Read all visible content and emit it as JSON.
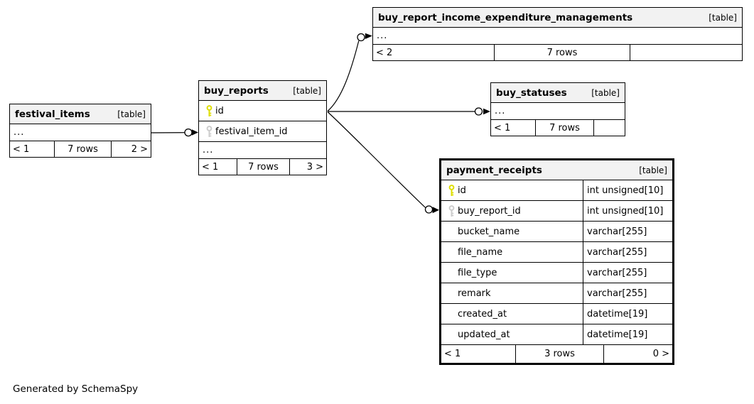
{
  "diagram": {
    "footer_note": "Generated by SchemaSpy"
  },
  "colors": {
    "primary_key": "#dede00",
    "foreign_key": "#cccccc",
    "header_bg": "#f2f2f2",
    "border": "#000000"
  },
  "entities": [
    {
      "id": "buy_report_income_expenditure_managements",
      "title": "buy_report_income_expenditure_managements",
      "tag": "[table]",
      "ellipsis": "...",
      "stats": {
        "left": "< 2",
        "rows": "7 rows",
        "right": ""
      }
    },
    {
      "id": "festival_items",
      "title": "festival_items",
      "tag": "[table]",
      "ellipsis": "...",
      "stats": {
        "left": "< 1",
        "rows": "7 rows",
        "right": "2 >"
      }
    },
    {
      "id": "buy_reports",
      "title": "buy_reports",
      "tag": "[table]",
      "columns": [
        {
          "name": "id",
          "key": "primary-key"
        },
        {
          "name": "festival_item_id",
          "key": "foreign-key"
        }
      ],
      "ellipsis": "...",
      "stats": {
        "left": "< 1",
        "rows": "7 rows",
        "right": "3 >"
      }
    },
    {
      "id": "buy_statuses",
      "title": "buy_statuses",
      "tag": "[table]",
      "ellipsis": "...",
      "stats": {
        "left": "< 1",
        "rows": "7 rows",
        "right": ""
      }
    },
    {
      "id": "payment_receipts",
      "title": "payment_receipts",
      "tag": "[table]",
      "columns": [
        {
          "name": "id",
          "type": "int unsigned[10]",
          "key": "primary-key"
        },
        {
          "name": "buy_report_id",
          "type": "int unsigned[10]",
          "key": "foreign-key"
        },
        {
          "name": "bucket_name",
          "type": "varchar[255]"
        },
        {
          "name": "file_name",
          "type": "varchar[255]"
        },
        {
          "name": "file_type",
          "type": "varchar[255]"
        },
        {
          "name": "remark",
          "type": "varchar[255]"
        },
        {
          "name": "created_at",
          "type": "datetime[19]"
        },
        {
          "name": "updated_at",
          "type": "datetime[19]"
        }
      ],
      "stats": {
        "left": "< 1",
        "rows": "3 rows",
        "right": "0 >"
      }
    }
  ],
  "relationships": [
    {
      "from": "festival_items",
      "to": "buy_reports.festival_item_id"
    },
    {
      "from": "buy_reports.id",
      "to": "buy_report_income_expenditure_managements"
    },
    {
      "from": "buy_reports.id",
      "to": "buy_statuses"
    },
    {
      "from": "buy_reports.id",
      "to": "payment_receipts.buy_report_id"
    }
  ]
}
